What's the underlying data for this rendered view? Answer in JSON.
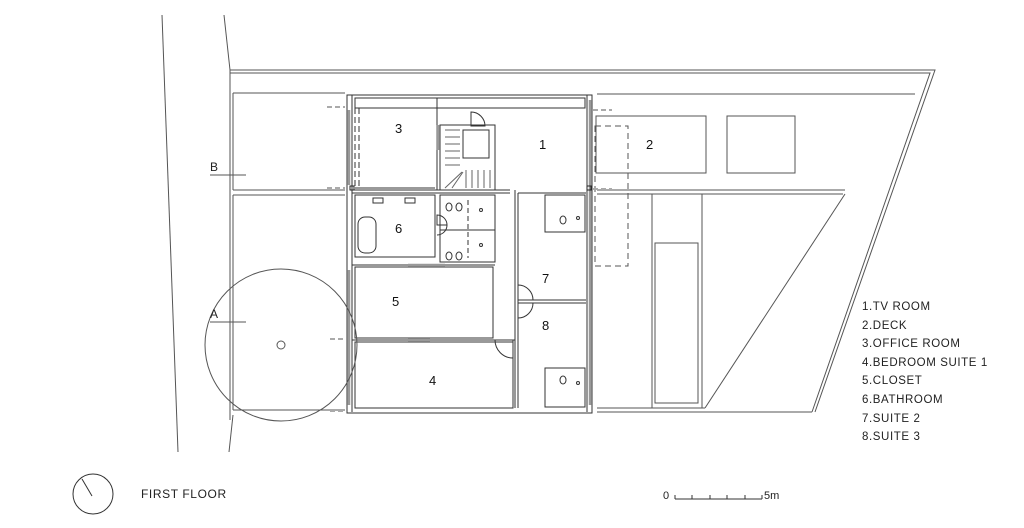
{
  "drawing": {
    "title": "FIRST FLOOR",
    "north_arrow": "north-arrow-icon",
    "scale_bar": {
      "start_label": "0",
      "end_label": "5m"
    },
    "section_markers": [
      {
        "label": "B"
      },
      {
        "label": "A"
      }
    ]
  },
  "rooms": [
    {
      "number": "1",
      "name": "TV ROOM"
    },
    {
      "number": "2",
      "name": "DECK"
    },
    {
      "number": "3",
      "name": "OFFICE ROOM"
    },
    {
      "number": "4",
      "name": "BEDROOM SUITE 1"
    },
    {
      "number": "5",
      "name": "CLOSET"
    },
    {
      "number": "6",
      "name": "BATHROOM"
    },
    {
      "number": "7",
      "name": "SUITE 2"
    },
    {
      "number": "8",
      "name": "SUITE 3"
    }
  ],
  "legend": {
    "items": [
      "1.TV ROOM",
      "2.DECK",
      "3.OFFICE ROOM",
      "4.BEDROOM SUITE 1",
      "5.CLOSET",
      "6.BATHROOM",
      "7.SUITE 2",
      "8.SUITE 3"
    ]
  },
  "colors": {
    "line": "#555555",
    "wall": "#333333",
    "glazing": "#999999"
  }
}
